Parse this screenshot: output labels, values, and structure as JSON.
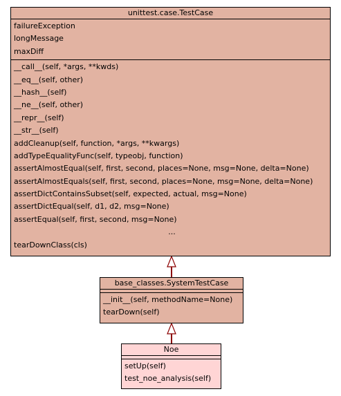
{
  "classes": {
    "testcase": {
      "name": "unittest.case.TestCase",
      "fill": "#e2b3a2",
      "attributes": [
        "failureException",
        "longMessage",
        "maxDiff"
      ],
      "methods": [
        "__call__(self, *args, **kwds)",
        "__eq__(self, other)",
        "__hash__(self)",
        "__ne__(self, other)",
        "__repr__(self)",
        "__str__(self)",
        "addCleanup(self, function, *args, **kwargs)",
        "addTypeEqualityFunc(self, typeobj, function)",
        "assertAlmostEqual(self, first, second, places=None, msg=None, delta=None)",
        "assertAlmostEquals(self, first, second, places=None, msg=None, delta=None)",
        "assertDictContainsSubset(self, expected, actual, msg=None)",
        "assertDictEqual(self, d1, d2, msg=None)",
        "assertEqual(self, first, second, msg=None)"
      ],
      "ellipsis": "...",
      "last_method": "tearDownClass(cls)"
    },
    "systemtestcase": {
      "name": "base_classes.SystemTestCase",
      "fill": "#e2b3a2",
      "methods": [
        "__init__(self, methodName=None)",
        "tearDown(self)"
      ]
    },
    "noe": {
      "name": "Noe",
      "fill": "#ffd5d5",
      "methods": [
        "setUp(self)",
        "test_noe_analysis(self)"
      ]
    }
  },
  "edge_color": "#8b0000"
}
